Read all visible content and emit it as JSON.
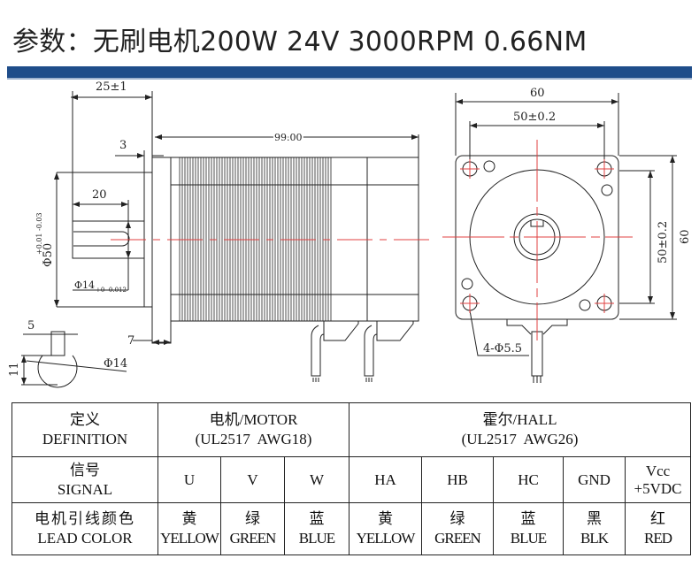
{
  "header": {
    "title": "参数：无刷电机200W 24V 3000RPM 0.66NM",
    "bar_color": "#1f4d8a"
  },
  "drawing": {
    "side_view": {
      "dim_total_shaft": "25±1",
      "dim_flange": "3",
      "dim_length": "99.00",
      "dim_key_length": "20",
      "dim_pilot": "Φ50",
      "dim_pilot_tol": "+0.01 -0.03",
      "dim_shaft": "Φ14",
      "dim_shaft_tol": "+0 -0.012",
      "dim_flange_thickness": "7",
      "dim_key_width": "5",
      "dim_shaft_flat": "11",
      "dim_shaft_section": "Φ14"
    },
    "front_view": {
      "dim_width": "60",
      "dim_hole_spacing_h": "50±0.2",
      "dim_hole_spacing_v": "50±0.2",
      "dim_height": "60",
      "dim_holes": "4-Φ5.5"
    },
    "centerline_color": "#e04040"
  },
  "table": {
    "definition": {
      "label_cn": "定义",
      "label_en": "DEFINITION",
      "motor_cn": "电机/MOTOR",
      "motor_spec": "(UL2517  AWG18)",
      "hall_cn": "霍尔/HALL",
      "hall_spec": "(UL2517  AWG26)"
    },
    "signal": {
      "label_cn": "信号",
      "label_en": "SIGNAL",
      "values": [
        "U",
        "V",
        "W",
        "HA",
        "HB",
        "HC",
        "GND",
        "Vcc\n+5VDC"
      ]
    },
    "lead_color": {
      "label_cn": "电机引线颜色",
      "label_en": "LEAD COLOR",
      "values": [
        {
          "cn": "黄",
          "en": "YELLOW"
        },
        {
          "cn": "绿",
          "en": "GREEN"
        },
        {
          "cn": "蓝",
          "en": "BLUE"
        },
        {
          "cn": "黄",
          "en": "YELLOW"
        },
        {
          "cn": "绿",
          "en": "GREEN"
        },
        {
          "cn": "蓝",
          "en": "BLUE"
        },
        {
          "cn": "黑",
          "en": "BLK"
        },
        {
          "cn": "红",
          "en": "RED"
        }
      ]
    }
  }
}
